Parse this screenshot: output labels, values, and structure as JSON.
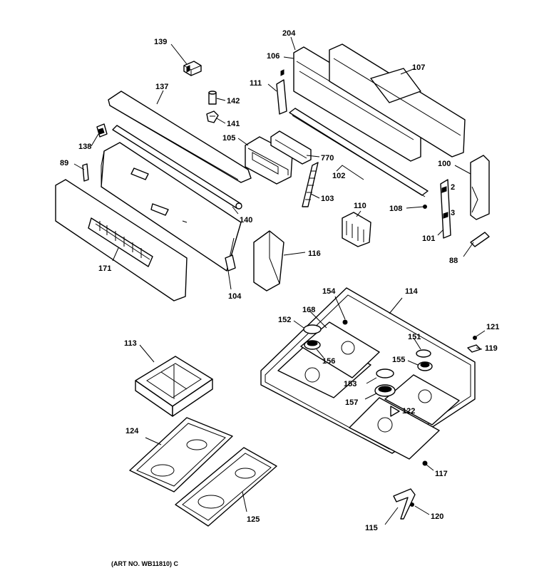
{
  "callouts": [
    {
      "id": "l139",
      "text": "139"
    },
    {
      "id": "l137",
      "text": "137"
    },
    {
      "id": "l142",
      "text": "142"
    },
    {
      "id": "l141",
      "text": "141"
    },
    {
      "id": "l138",
      "text": "138"
    },
    {
      "id": "l89",
      "text": "89"
    },
    {
      "id": "l105",
      "text": "105"
    },
    {
      "id": "l770",
      "text": "770"
    },
    {
      "id": "l204",
      "text": "204"
    },
    {
      "id": "l106",
      "text": "106"
    },
    {
      "id": "l107",
      "text": "107"
    },
    {
      "id": "l111",
      "text": "111"
    },
    {
      "id": "l102",
      "text": "102"
    },
    {
      "id": "l103",
      "text": "103"
    },
    {
      "id": "l100",
      "text": "100"
    },
    {
      "id": "l110",
      "text": "110"
    },
    {
      "id": "l108",
      "text": "108"
    },
    {
      "id": "l2",
      "text": "2"
    },
    {
      "id": "l3",
      "text": "3"
    },
    {
      "id": "l101",
      "text": "101"
    },
    {
      "id": "l88",
      "text": "88"
    },
    {
      "id": "l140",
      "text": "140"
    },
    {
      "id": "l171",
      "text": "171"
    },
    {
      "id": "l104",
      "text": "104"
    },
    {
      "id": "l116",
      "text": "116"
    },
    {
      "id": "l154",
      "text": "154"
    },
    {
      "id": "l114",
      "text": "114"
    },
    {
      "id": "l168",
      "text": "168"
    },
    {
      "id": "l152",
      "text": "152"
    },
    {
      "id": "l156",
      "text": "156"
    },
    {
      "id": "l121",
      "text": "121"
    },
    {
      "id": "l151",
      "text": "151"
    },
    {
      "id": "l119",
      "text": "119"
    },
    {
      "id": "l155",
      "text": "155"
    },
    {
      "id": "l153",
      "text": "153"
    },
    {
      "id": "l157",
      "text": "157"
    },
    {
      "id": "l122",
      "text": "122"
    },
    {
      "id": "l113",
      "text": "113"
    },
    {
      "id": "l124",
      "text": "124"
    },
    {
      "id": "l117",
      "text": "117"
    },
    {
      "id": "l120",
      "text": "120"
    },
    {
      "id": "l115",
      "text": "115"
    },
    {
      "id": "l125",
      "text": "125"
    }
  ],
  "caption": "(ART NO. WB11810) C"
}
